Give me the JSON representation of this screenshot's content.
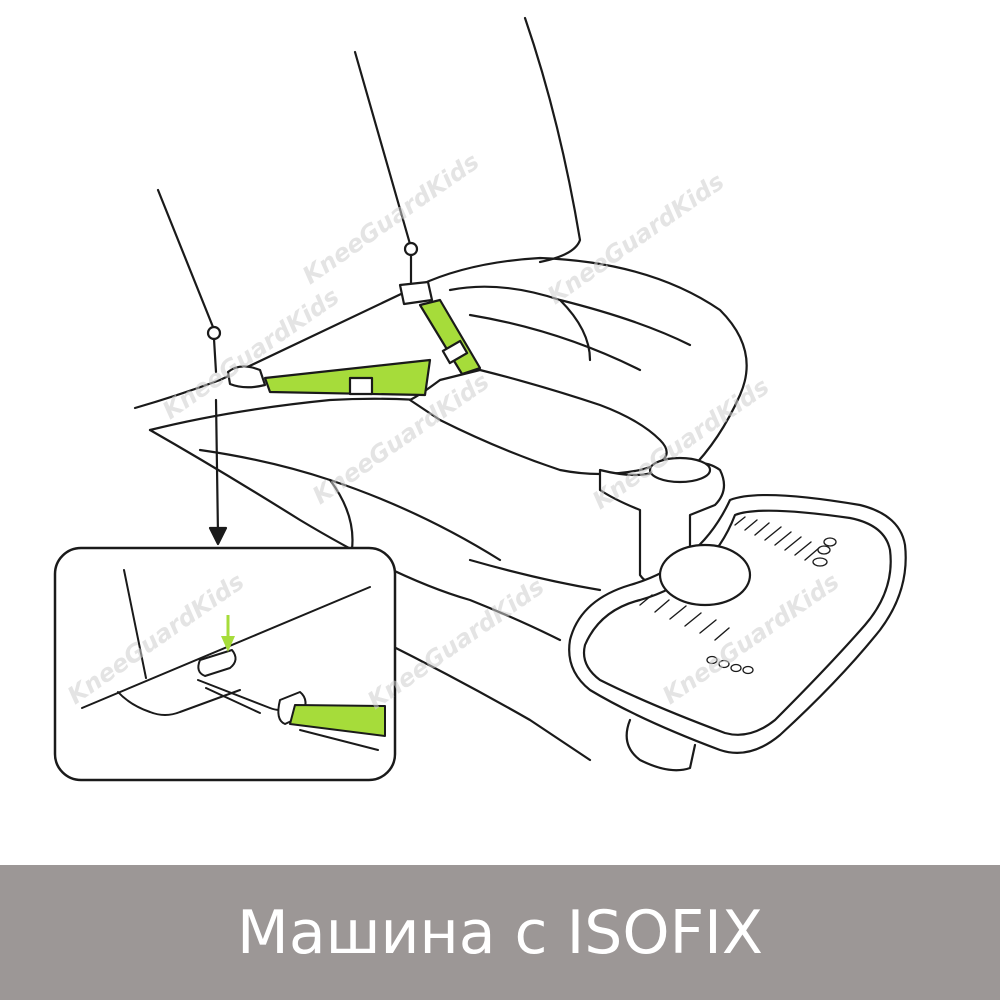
{
  "caption": "Машина с ISOFIX",
  "watermark": "KneeGuardKids",
  "colors": {
    "strap_green": "#a6dc3a",
    "banner_bg": "#9c9796",
    "banner_text": "#ffffff",
    "line": "#1a1a1a"
  },
  "inset": {
    "description": "ISOFIX anchor close-up"
  }
}
